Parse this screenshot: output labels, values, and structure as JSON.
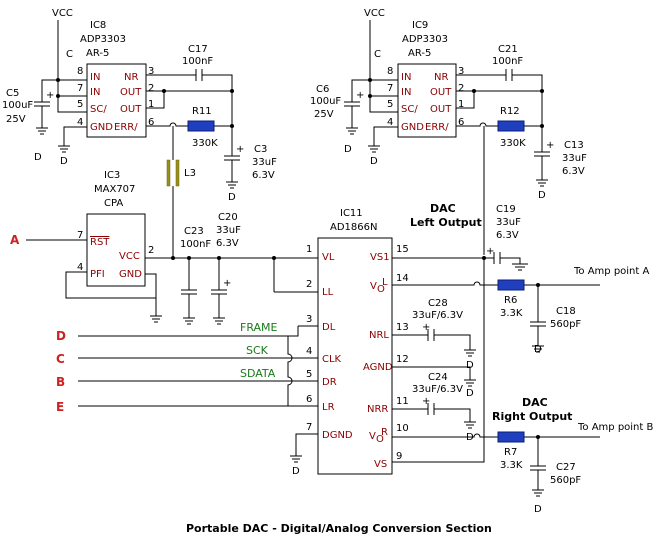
{
  "title": "Portable DAC - Digital/Analog Conversion Section",
  "vcc": "VCC",
  "ic8": {
    "ref": "IC8",
    "part": "ADP3303",
    "sub": "AR-5",
    "pins": [
      "IN",
      "IN",
      "SC/",
      "GND",
      "NR",
      "OUT",
      "OUT",
      "ERR/"
    ],
    "nums": [
      "8",
      "7",
      "5",
      "4",
      "3",
      "2",
      "1",
      "6"
    ],
    "c": "C"
  },
  "ic9": {
    "ref": "IC9",
    "part": "ADP3303",
    "sub": "AR-5",
    "pins": [
      "IN",
      "IN",
      "SC/",
      "GND",
      "NR",
      "OUT",
      "OUT",
      "ERR/"
    ],
    "nums": [
      "8",
      "7",
      "5",
      "4",
      "3",
      "2",
      "1",
      "6"
    ],
    "c": "C"
  },
  "ic3": {
    "ref": "IC3",
    "part": "MAX707",
    "sub": "CPA",
    "pins": [
      "RST",
      "PFI",
      "VCC",
      "GND"
    ],
    "nums": [
      "7",
      "4",
      "2"
    ]
  },
  "ic11": {
    "ref": "IC11",
    "part": "AD1866N",
    "left_pins": [
      "VL",
      "LL",
      "DL",
      "CLK",
      "DR",
      "LR",
      "DGND"
    ],
    "left_nums": [
      "1",
      "2",
      "3",
      "4",
      "5",
      "6",
      "7"
    ],
    "right_pins": [
      "VS1",
      "NRL",
      "AGND",
      "NRR",
      "VS"
    ],
    "right_nums": [
      "15",
      "14",
      "13",
      "12",
      "11",
      "10",
      "9"
    ],
    "vol_main": "V",
    "vol_sub": "O",
    "vol_l": "L",
    "vol_r": "R"
  },
  "components": {
    "c5": [
      "C5",
      "100uF",
      "25V"
    ],
    "c6": [
      "C6",
      "100uF",
      "25V"
    ],
    "c17": [
      "C17",
      "100nF"
    ],
    "c21": [
      "C21",
      "100nF"
    ],
    "r11": [
      "R11",
      "330K"
    ],
    "r12": [
      "R12",
      "330K"
    ],
    "c3": [
      "C3",
      "33uF",
      "6.3V"
    ],
    "c13": [
      "C13",
      "33uF",
      "6.3V"
    ],
    "l3": "L3",
    "c23": [
      "C23",
      "100nF"
    ],
    "c20": [
      "C20",
      "33uF",
      "6.3V"
    ],
    "c19": [
      "C19",
      "33uF",
      "6.3V"
    ],
    "r6": [
      "R6",
      "3.3K"
    ],
    "c18": [
      "C18",
      "560pF"
    ],
    "c28": [
      "C28",
      "33uF/6.3V"
    ],
    "c24": [
      "C24",
      "33uF/6.3V"
    ],
    "r7": [
      "R7",
      "3.3K"
    ],
    "c27": [
      "C27",
      "560pF"
    ]
  },
  "signals": {
    "frame": "FRAME",
    "sck": "SCK",
    "sdata": "SDATA"
  },
  "inputs": [
    "A",
    "D",
    "C",
    "B",
    "E"
  ],
  "dac_left": [
    "DAC",
    "Left Output"
  ],
  "dac_right": [
    "DAC",
    "Right Output"
  ],
  "amp_a": "To Amp point A",
  "amp_b": "To Amp point B",
  "gnd": "D",
  "polarity": "+"
}
